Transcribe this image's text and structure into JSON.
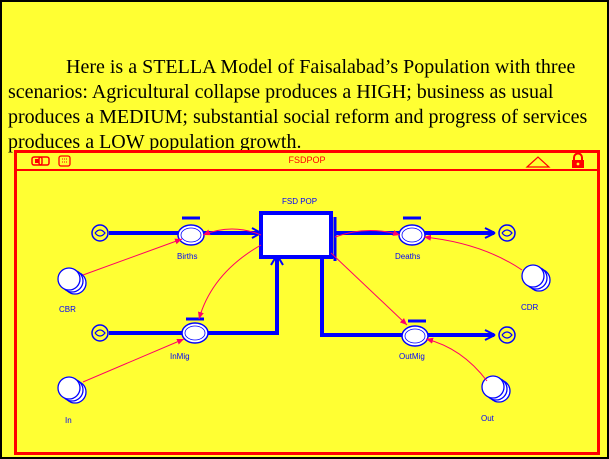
{
  "slide": {
    "body_text": "Here is a STELLA Model of Faisalabad’s Population with three scenarios:  Agricultural collapse produces a HIGH; business as usual produces a MEDIUM; substantial social reform and progress of services produces a LOW population growth."
  },
  "window": {
    "title": "FSDPOP",
    "icons": [
      "map-layer-icon",
      "model-layer-icon",
      "up-arrow-icon",
      "lock-icon"
    ]
  },
  "model": {
    "stock": {
      "label": "FSD POP"
    },
    "flows": {
      "births": "Births",
      "deaths": "Deaths",
      "inmig": "InMig",
      "outmig": "OutMig"
    },
    "converters": {
      "cbr": "CBR",
      "cdr": "CDR",
      "in": "In",
      "out": "Out"
    },
    "colors": {
      "pipe": "#0000ff",
      "connector": "#ff0066",
      "window_border": "#ff0000",
      "background": "#ffff33"
    }
  }
}
